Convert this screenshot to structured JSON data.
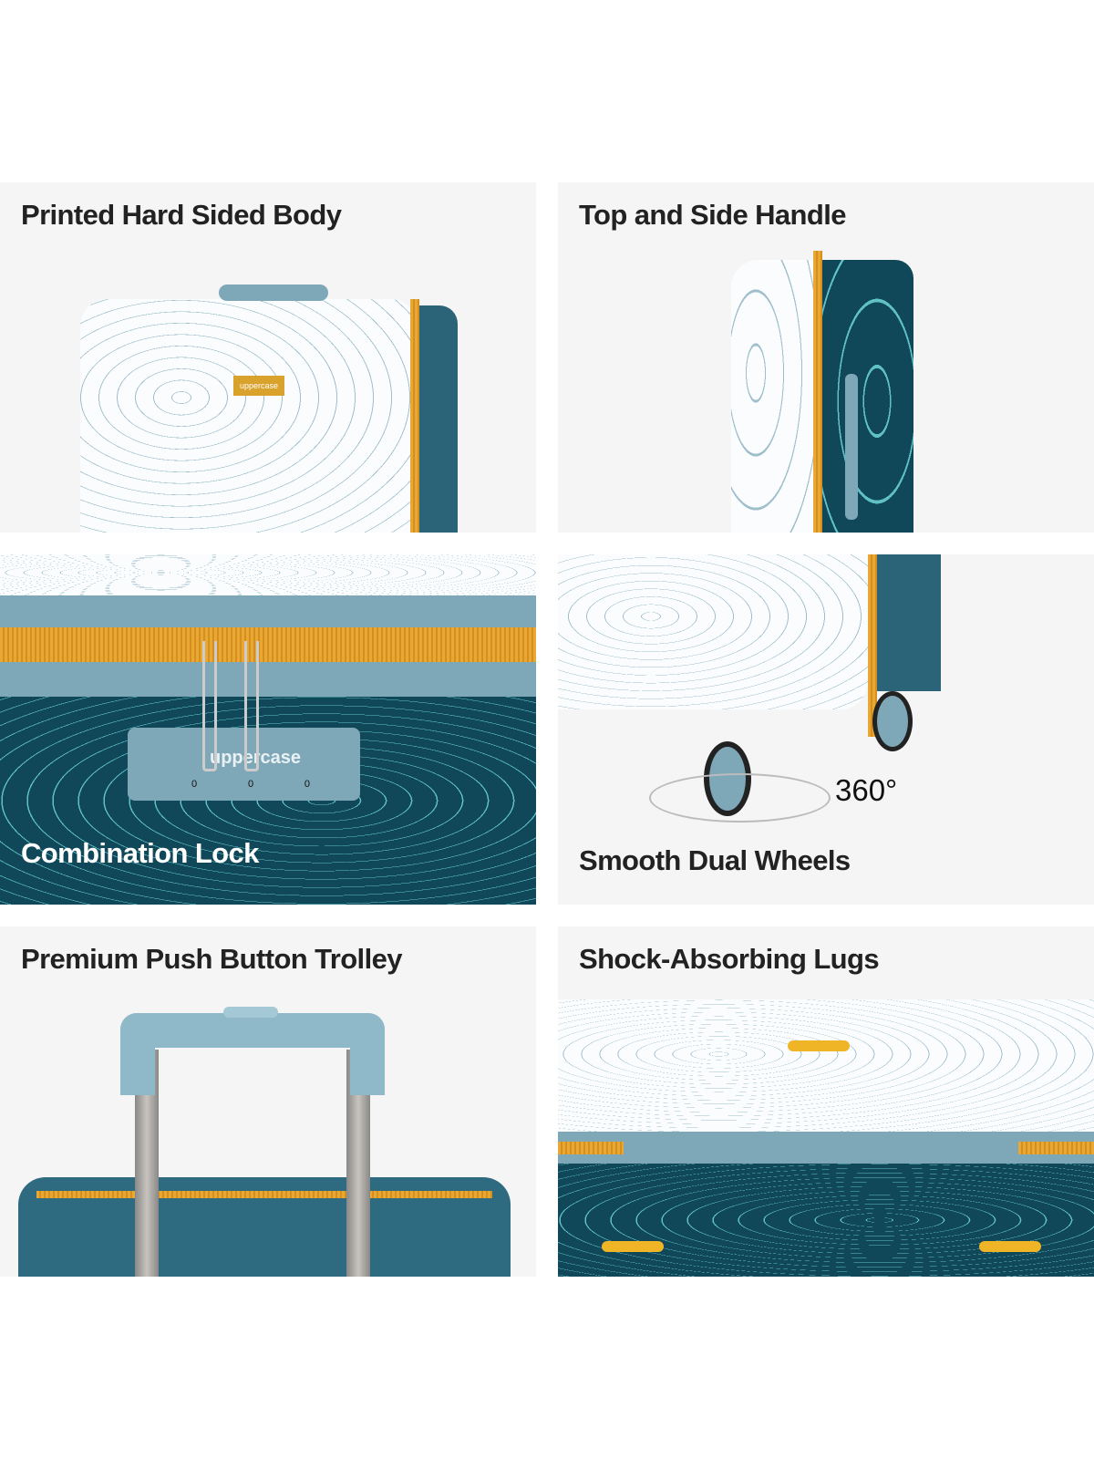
{
  "panels": [
    {
      "title": "Printed Hard Sided Body",
      "logo_text": "uppercase"
    },
    {
      "title": "Top and  Side Handle"
    },
    {
      "title": "Combination Lock",
      "logo_text": "uppercase",
      "dial_digits": [
        "0",
        "0",
        "0"
      ]
    },
    {
      "title": "Smooth Dual Wheels",
      "rotation_label": "360°"
    },
    {
      "title": "Premium Push Button Trolley"
    },
    {
      "title": "Shock-Absorbing Lugs"
    }
  ],
  "colors": {
    "accent": "#e9a733",
    "teal_dark": "#10485a",
    "teal_light": "#7ea7b8",
    "panel_bg": "#f5f5f5"
  }
}
